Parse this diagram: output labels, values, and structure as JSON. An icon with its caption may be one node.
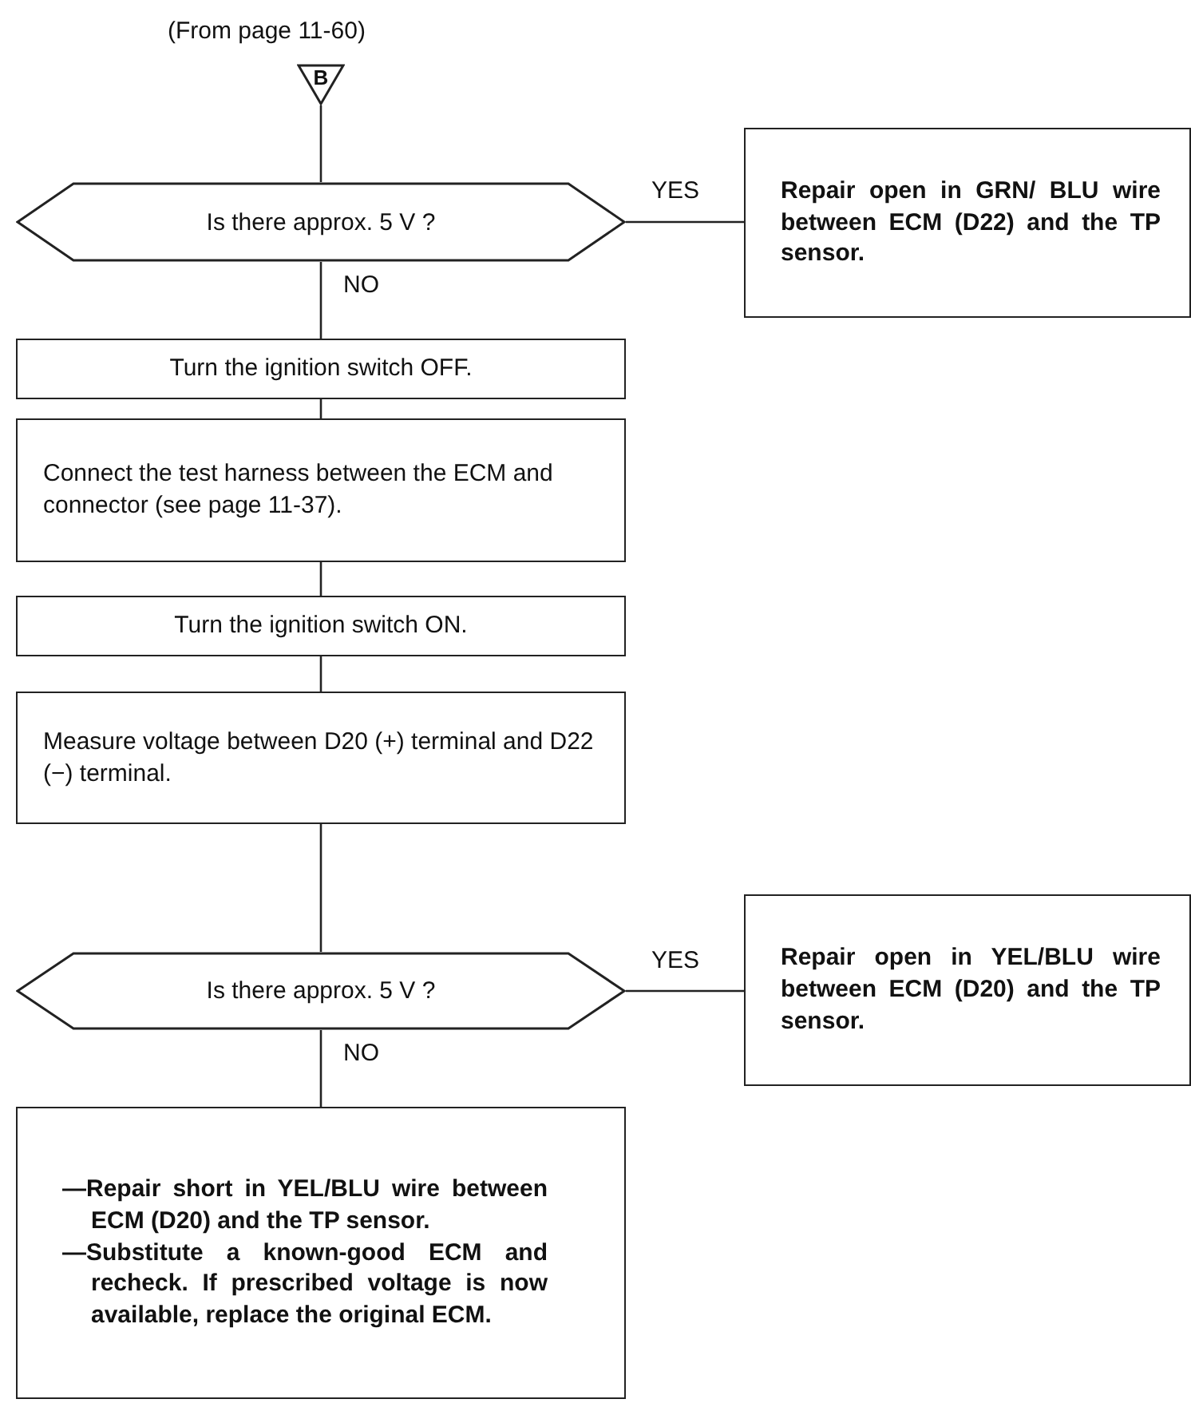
{
  "diagram": {
    "nodes": [
      {
        "text": [
          "B"
        ],
        "beside": [
          "(From page 11-60)"
        ]
      },
      {
        "text": [
          "Is there approx. 5 V ?"
        ]
      },
      {
        "text": [
          "Repair open in GRN/ BLU wire between ECM (D22) and the TP sensor."
        ]
      },
      {
        "text": [
          "Turn the ignition switch OFF."
        ]
      },
      {
        "text": [
          "Connect the test harness between the ECM and connector (see page 11-37)."
        ]
      },
      {
        "text": [
          "Turn the ignition switch ON."
        ]
      },
      {
        "text": [
          "Measure voltage between D20 (+) terminal and D22 (−) terminal."
        ]
      },
      {
        "text": [
          "Is there approx. 5 V ?"
        ]
      },
      {
        "text": [
          "Repair open in YEL/BLU wire between ECM (D20) and the TP sensor."
        ]
      },
      {
        "text": [
          "—Repair short in YEL/BLU wire between ECM (D20) and the TP sensor.",
          "—Substitute a known-good ECM and recheck. If prescribed voltage is now available, replace the original ECM."
        ]
      }
    ],
    "edges": [
      {
        "from": 0,
        "to": 1,
        "arrow": "none"
      },
      {
        "from": 1,
        "to": 2,
        "arrow": "none",
        "label": "YES"
      },
      {
        "from": 1,
        "to": 3,
        "arrow": "none",
        "label": "NO"
      },
      {
        "from": 3,
        "to": 4,
        "arrow": "none"
      },
      {
        "from": 4,
        "to": 5,
        "arrow": "none"
      },
      {
        "from": 5,
        "to": 6,
        "arrow": "none"
      },
      {
        "from": 6,
        "to": 7,
        "arrow": "none"
      },
      {
        "from": 7,
        "to": 8,
        "arrow": "none",
        "label": "YES"
      },
      {
        "from": 7,
        "to": 9,
        "arrow": "none",
        "label": "NO"
      }
    ]
  }
}
